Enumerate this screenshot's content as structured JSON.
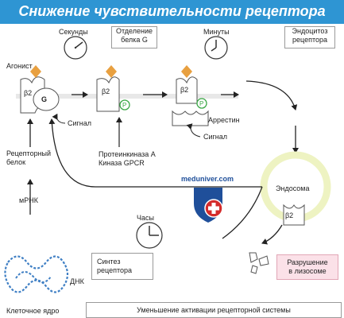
{
  "title": "Снижение чувствительности рецептора",
  "time": {
    "seconds": "Секунды",
    "minutes": "Минуты",
    "hours": "Часы"
  },
  "headers": {
    "g_detach_line1": "Отделение",
    "g_detach_line2": "белка G",
    "endocytosis_line1": "Эндоцитоз",
    "endocytosis_line2": "рецептора"
  },
  "labels": {
    "agonist": "Агонист",
    "beta2": "β2",
    "g": "G",
    "p": "P",
    "signal1": "Сигнал",
    "signal2": "Сигнал",
    "arrestin": "Аррестин",
    "kinase_line1": "Протеинкиназа А",
    "kinase_line2": "Киназа GPCR",
    "receptor_protein_line1": "Рецепторный",
    "receptor_protein_line2": "белок",
    "mrna": "мРНК",
    "dna": "ДНК",
    "nucleus": "Клеточное ядро",
    "endosome": "Эндосома",
    "synthesis_line1": "Синтез",
    "synthesis_line2": "рецептора",
    "lysosome_line1": "Разрушение",
    "lysosome_line2": "в лизосоме",
    "bottom": "Уменьшение активации рецепторной системы",
    "watermark": "meduniver.com"
  },
  "colors": {
    "title_bg": "#2e95d3",
    "agonist": "#e8a040",
    "phospho": "#3aa845",
    "endosome_ring": "#eef3c2",
    "lysosome_box": "#fbe1e8",
    "shield_blue": "#1f4f9a",
    "shield_red": "#d42b2b"
  }
}
